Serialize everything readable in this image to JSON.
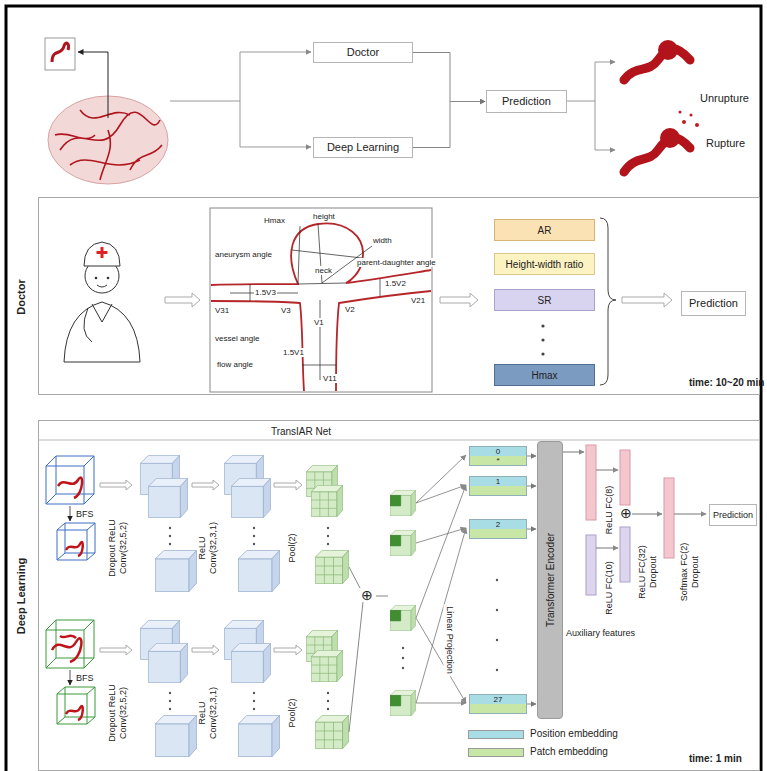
{
  "diagram": {
    "nodes": [
      {
        "text": [
          "Doctor"
        ]
      },
      {
        "text": [
          "Deep Learning"
        ]
      },
      {
        "text": [
          "Prediction"
        ]
      },
      {
        "text": [
          "Doctor",
          "time: 10~20 min"
        ]
      },
      {
        "text": [
          "AR"
        ],
        "in": 3
      },
      {
        "text": [
          "Height-width ratio"
        ],
        "in": 3
      },
      {
        "text": [
          "SR"
        ],
        "in": 3
      },
      {
        "text": [
          "Hmax"
        ],
        "in": 3
      },
      {
        "text": [
          "Prediction"
        ],
        "in": 3
      },
      {
        "text": [
          "Deep Learning",
          "TransIAR Net",
          "time: 1 min"
        ]
      },
      {
        "text": [
          "0",
          "*"
        ],
        "in": 9
      },
      {
        "text": [
          "1"
        ],
        "in": 9
      },
      {
        "text": [
          "2"
        ],
        "in": 9
      },
      {
        "text": [
          "27"
        ],
        "in": 9
      },
      {
        "text": [
          "Transformer Encoder"
        ],
        "in": 9
      },
      {
        "text": [
          "Prediction"
        ],
        "in": 9
      }
    ],
    "edges": [
      {
        "from": 0,
        "to": 2,
        "arrow": "to"
      },
      {
        "from": 1,
        "to": 2,
        "arrow": "to"
      },
      {
        "from": 10,
        "to": 14,
        "arrow": "to"
      },
      {
        "from": 11,
        "to": 14,
        "arrow": "to"
      },
      {
        "from": 12,
        "to": 14,
        "arrow": "to"
      },
      {
        "from": 13,
        "to": 14,
        "arrow": "to"
      }
    ],
    "labels": [
      "Unrupture",
      "Rupture",
      "Hmax",
      "height",
      "width",
      "aneurysm angle",
      "neck",
      "parent-daughter angle",
      "1.5V3",
      "1.5V2",
      "V31",
      "V3",
      "V2",
      "V21",
      "V1",
      "vessel angle",
      "flow angle",
      "1.5V1",
      "V11",
      "BFS",
      "Dropout ReLU Conv(32,5,2)",
      "ReLU Conv(32,3,1)",
      "Pool(2)",
      "BFS",
      "Dropout ReLU Conv(32,5,2)",
      "ReLU Conv(32,3,1)",
      "Pool(2)",
      "⊕",
      "Linear Projection",
      "ReLU FC(8)",
      "⊕",
      "ReLU FC(10)",
      "Auxiliary features",
      "ReLU FC(32) Dropout",
      "Softmax FC(2) Dropout"
    ],
    "legend": [
      {
        "text": "Position embedding",
        "color": "#a9dde6"
      },
      {
        "text": "Patch embedding",
        "color": "#c8e6a6"
      }
    ]
  }
}
